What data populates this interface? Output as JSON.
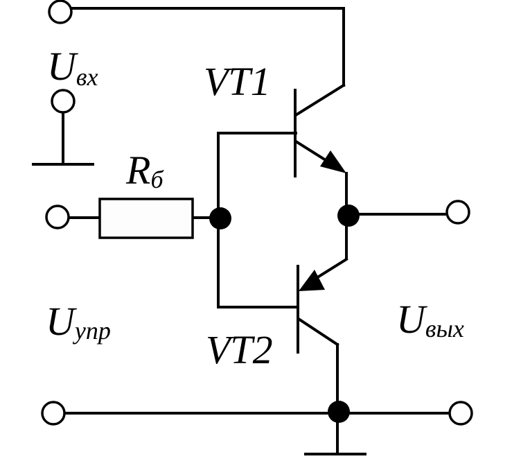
{
  "labels": {
    "u_in": {
      "main": "U",
      "sub": "вх"
    },
    "u_ctrl": {
      "main": "U",
      "sub": "упр"
    },
    "u_out": {
      "main": "U",
      "sub": "вых"
    },
    "r_base": {
      "main": "R",
      "sub": "б"
    },
    "vt1": "VT1",
    "vt2": "VT2"
  }
}
